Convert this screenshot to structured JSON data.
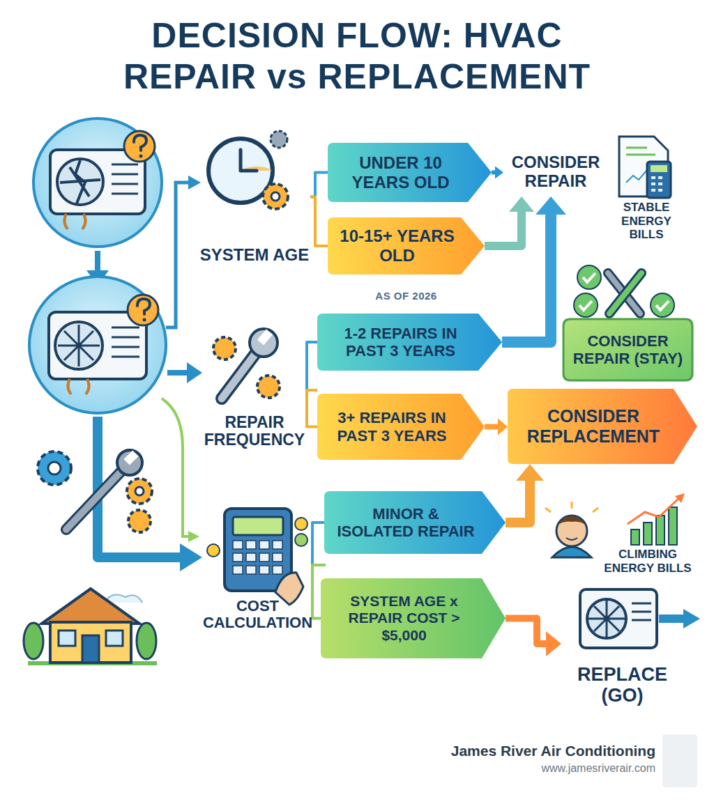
{
  "diagram": {
    "title": "DECISION FLOW: HVAC REPAIR vs REPLACEMENT",
    "nodes": [
      {
        "text": [
          "SYSTEM AGE"
        ]
      },
      {
        "text": [
          "UNDER 10 YEARS OLD"
        ]
      },
      {
        "text": [
          "10-15+ YEARS OLD",
          "AS OF 2026"
        ]
      },
      {
        "text": [
          "CONSIDER REPAIR"
        ]
      },
      {
        "text": [
          "REPAIR FREQUENCY"
        ]
      },
      {
        "text": [
          "1-2 REPAIRS IN PAST 3 YEARS"
        ]
      },
      {
        "text": [
          "3+ REPAIRS IN PAST 3 YEARS"
        ]
      },
      {
        "text": [
          "CONSIDER REPAIR (STAY)"
        ]
      },
      {
        "text": [
          "CONSIDER REPLACEMENT"
        ]
      },
      {
        "text": [
          "COST CALCULATION"
        ]
      },
      {
        "text": [
          "MINOR & ISOLATED REPAIR"
        ]
      },
      {
        "text": [
          "SYSTEM AGE x REPAIR COST > $5,000"
        ]
      },
      {
        "text": [
          "REPLACE (GO)"
        ]
      }
    ],
    "edges": [
      {
        "from": 0,
        "to": 1,
        "arrow": "none"
      },
      {
        "from": 0,
        "to": 2,
        "arrow": "none"
      },
      {
        "from": 1,
        "to": 3,
        "arrow": "to"
      },
      {
        "from": 2,
        "to": 3,
        "arrow": "to"
      },
      {
        "from": 4,
        "to": 5,
        "arrow": "none"
      },
      {
        "from": 4,
        "to": 6,
        "arrow": "none"
      },
      {
        "from": 5,
        "to": 3,
        "arrow": "to"
      },
      {
        "from": 6,
        "to": 8,
        "arrow": "to"
      },
      {
        "from": 9,
        "to": 10,
        "arrow": "none"
      },
      {
        "from": 9,
        "to": 11,
        "arrow": "none"
      },
      {
        "from": 10,
        "to": 8,
        "arrow": "to"
      },
      {
        "from": 11,
        "to": 12,
        "arrow": "to"
      }
    ],
    "labels": [
      "STABLE ENERGY BILLS",
      "CLIMBING ENERGY BILLS",
      "James River Air Conditioning",
      "www.jamesriverair.com"
    ]
  }
}
